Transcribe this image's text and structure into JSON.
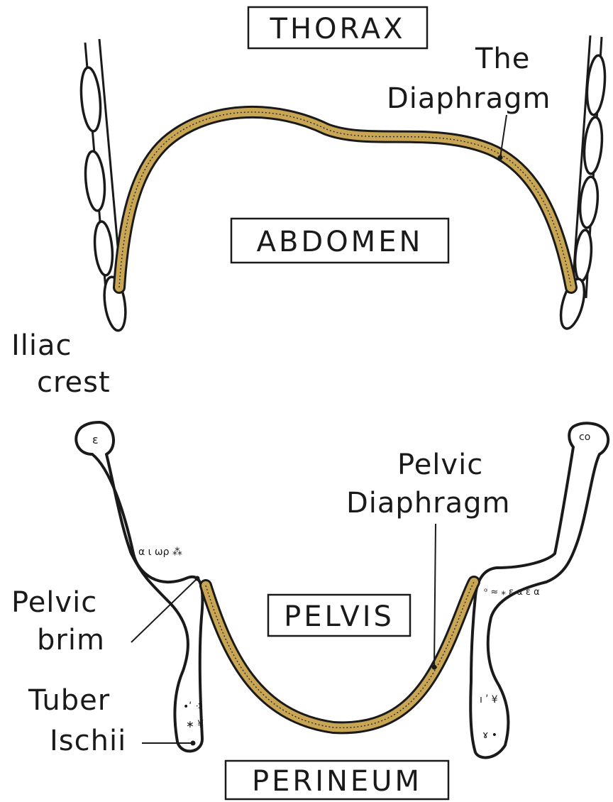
{
  "regions": {
    "thorax": "THORAX",
    "abdomen": "ABDOMEN",
    "pelvis": "PELVIS",
    "perineum": "PERINEUM"
  },
  "labels": {
    "diaphragm_line1": "The",
    "diaphragm_line2": "Diaphragm",
    "iliac_line1": "Iliac",
    "iliac_line2": "crest",
    "pelvic_diaphragm_line1": "Pelvic",
    "pelvic_diaphragm_line2": "Diaphragm",
    "pelvic_brim_line1": "Pelvic",
    "pelvic_brim_line2": "brim",
    "tuber_line1": "Tuber",
    "tuber_line2": "Ischii"
  },
  "colors": {
    "muscle_fill": "#c8a653",
    "muscle_outline": "#1a1a1a",
    "bone_fill": "#ffffff",
    "ink": "#1a1a1a"
  }
}
